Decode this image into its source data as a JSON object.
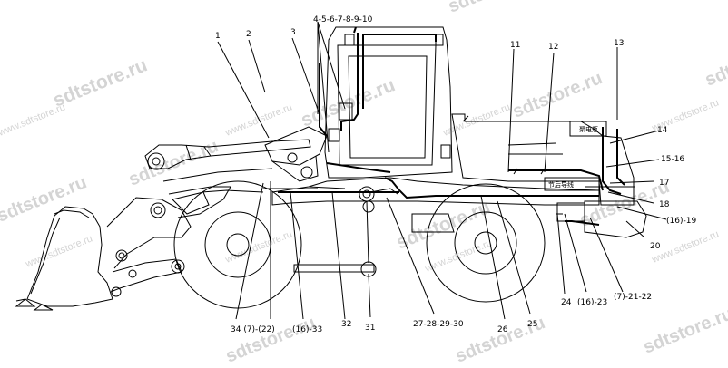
{
  "watermarks": {
    "big": "sdtstore.ru",
    "small": "www.sdtstore.ru"
  },
  "callouts": {
    "c1": "1",
    "c2": "2",
    "c3": "3",
    "c4_10": "4-5-6-7-8-9-10",
    "c11": "11",
    "c12": "12",
    "c13": "13",
    "c14": "14",
    "c15_16": "15-16",
    "c17": "17",
    "c18": "18",
    "c16_19": "(16)-19",
    "c20": "20",
    "c7_21_22": "(7)-21-22",
    "c16_23": "(16)-23",
    "c24": "24",
    "c25": "25",
    "c26": "26",
    "c27_30": "27-28-29-30",
    "c31": "31",
    "c32": "32",
    "c33": "(16)-33",
    "c34": "34 (7)-(22)"
  },
  "labels": {
    "box_top": "聚电瓶",
    "box_mid": "节后导线"
  }
}
